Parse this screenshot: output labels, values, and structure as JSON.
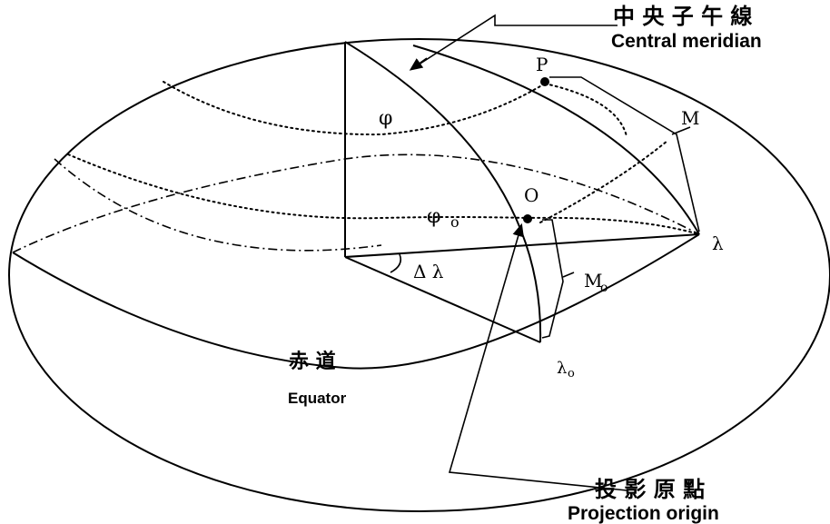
{
  "labels": {
    "central_meridian_zh": "中 央 子 午 線",
    "central_meridian_en": "Central meridian",
    "point_p": "P",
    "arc_m": "M",
    "phi": "φ",
    "point_o": "O",
    "phi_o_symbol": "φ",
    "phi_o_sub": "o",
    "lambda": "λ",
    "delta_lambda": "Δ λ",
    "m_o_symbol": "M",
    "m_o_sub": "o",
    "lambda_o_symbol": "λ",
    "lambda_o_sub": "o",
    "equator_zh": "赤 道",
    "equator_en": "Equator",
    "projection_origin_zh": "投 影 原 點",
    "projection_origin_en": "Projection origin"
  }
}
